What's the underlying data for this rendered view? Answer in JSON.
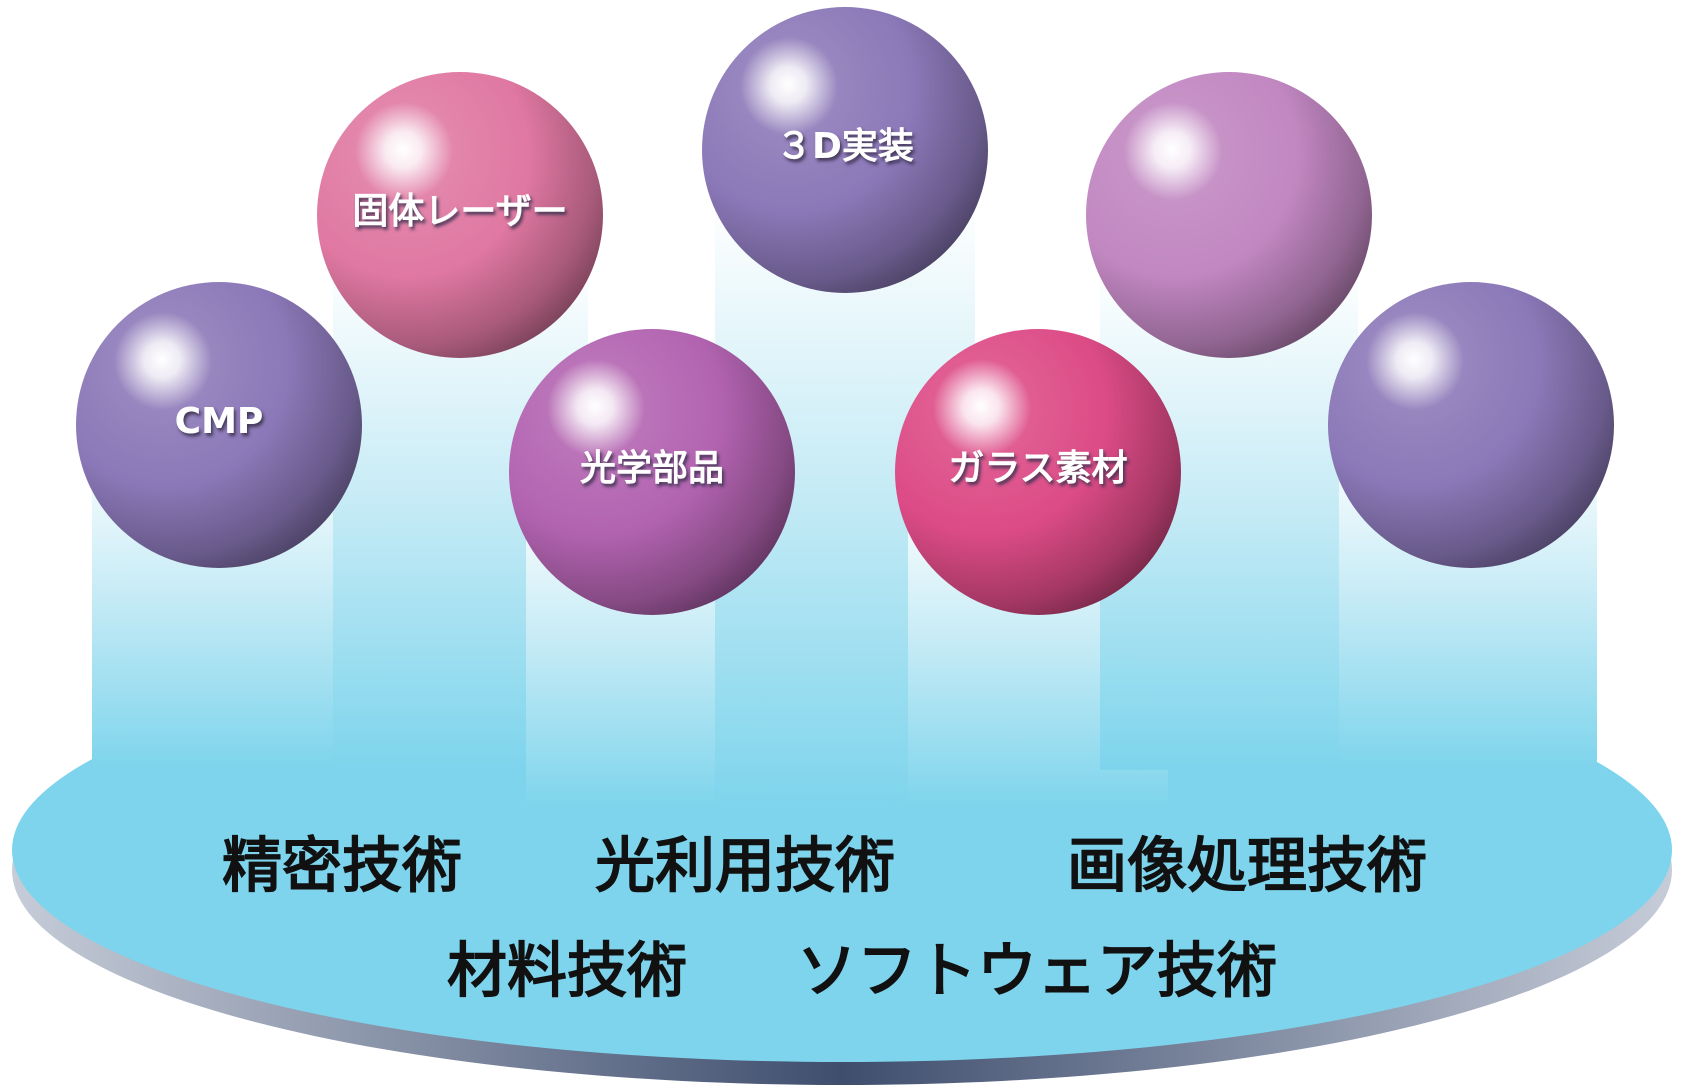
{
  "spheres": [
    {
      "label": "CMP",
      "color": "#8b78b8"
    },
    {
      "label": "固体レーザー",
      "color": "#e078a2"
    },
    {
      "label": "光学部品",
      "color": "#b263b0"
    },
    {
      "label": "３D実装",
      "color": "#8b78b8"
    },
    {
      "label": "ガラス素材",
      "color": "#dc4b86"
    },
    {
      "label": "",
      "color": "#c187c1"
    },
    {
      "label": "",
      "color": "#8b78b8"
    }
  ],
  "base_labels": [
    "精密技術",
    "光利用技術",
    "画像処理技術",
    "材料技術",
    "ソフトウェア技術"
  ],
  "colors": {
    "base_fill": "#7dd4ec",
    "base_shadow": "#8ea3b8",
    "shadow_text": "#4a4060"
  }
}
